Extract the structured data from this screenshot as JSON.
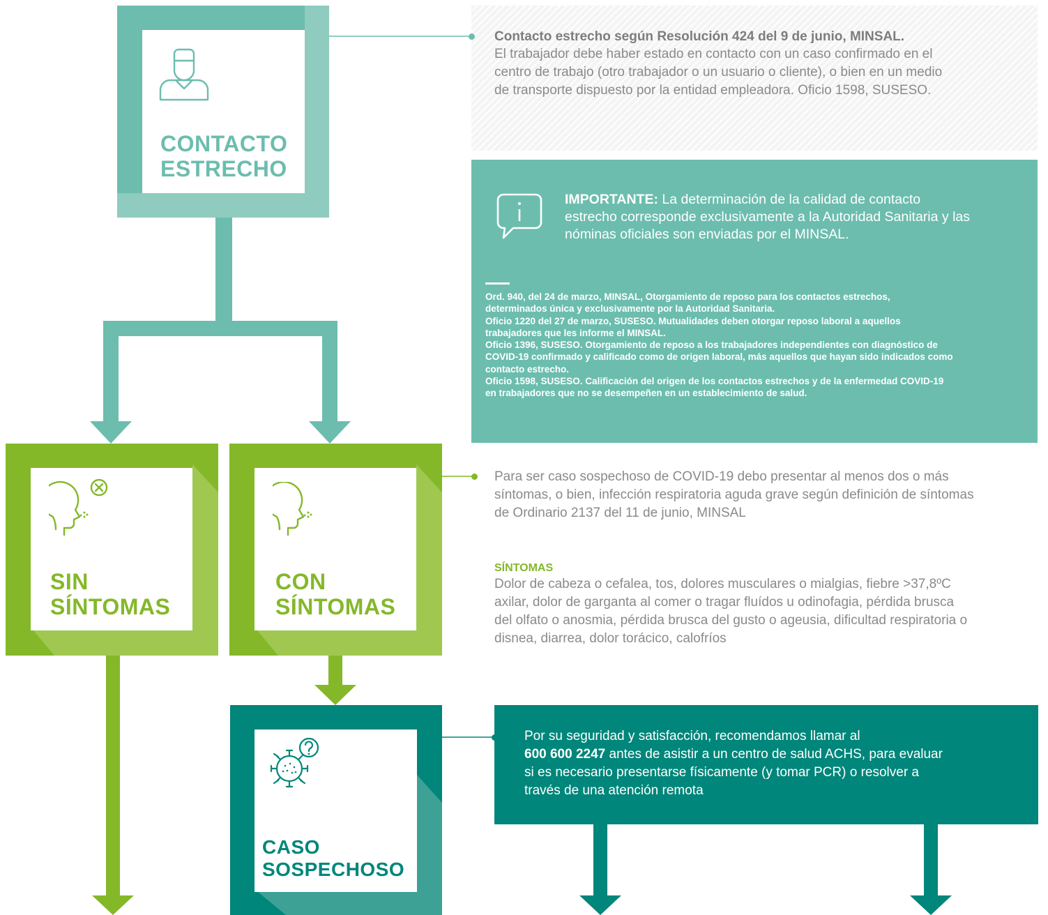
{
  "colors": {
    "teal": "#6cbdae",
    "teal_light": "#8fcbbf",
    "green": "#84b829",
    "green_light": "#a0c850",
    "dark_teal": "#00867a",
    "dark_teal_light": "#3ea196",
    "gray_text": "#8a8a8a"
  },
  "nodes": {
    "contacto": {
      "icon": "person-icon",
      "title_line1": "CONTACTO",
      "title_line2": "ESTRECHO"
    },
    "sin": {
      "icon": "head-no-symptoms-icon",
      "title_line1": "SIN",
      "title_line2": "SÍNTOMAS"
    },
    "con": {
      "icon": "head-symptoms-icon",
      "title_line1": "CON",
      "title_line2": "SÍNTOMAS"
    },
    "caso": {
      "icon": "virus-question-icon",
      "title_line1": "CASO",
      "title_line2": "SOSPECHOSO"
    }
  },
  "contacto_note": {
    "heading": "Contacto estrecho según Resolución 424 del 9 de junio, MINSAL.",
    "body_1": "El trabajador debe haber estado en contacto con un caso confirmado en el",
    "body_2": "centro de trabajo (otro trabajador o un usuario o cliente), o bien en un medio",
    "body_3": "de transporte dispuesto por la entidad empleadora. Oficio 1598, SUSESO."
  },
  "importante": {
    "icon": "info-bubble-icon",
    "label": "IMPORTANTE:",
    "line1": " La determinación de la calidad de contacto",
    "line2": "estrecho corresponde exclusivamente a la Autoridad Sanitaria y las",
    "line3": "nóminas oficiales son enviadas por el MINSAL.",
    "refs": [
      "Ord. 940, del 24 de marzo, MINSAL, Otorgamiento de reposo para los contactos estrechos,",
      "determinados única y exclusivamente por la Autoridad Sanitaria.",
      "Oficio 1220 del 27 de marzo, SUSESO. Mutualidades deben otorgar reposo laboral a aquellos",
      "trabajadores que les informe el MINSAL.",
      "Oficio 1396, SUSESO. Otorgamiento de reposo a los trabajadores independientes con diagnóstico de",
      "COVID-19 confirmado y calificado como de origen laboral, más aquellos que hayan sido indicados como",
      "contacto estrecho.",
      "Oficio 1598, SUSESO. Calificación del origen de los contactos estrechos y de la enfermedad COVID-19",
      "en trabajadores que no se desempeñen en un establecimiento de salud."
    ]
  },
  "sospechoso_note": {
    "line1": "Para ser caso sospechoso de COVID-19 debo presentar al menos dos o más",
    "line2": "síntomas, o bien, infección respiratoria aguda grave según definición de síntomas",
    "line3": "de Ordinario 2137 del 11 de junio, MINSAL"
  },
  "sintomas": {
    "heading": "SÍNTOMAS",
    "line1": "Dolor de cabeza o cefalea, tos, dolores musculares o mialgias, fiebre >37,8ºC",
    "line2": "axilar, dolor de garganta al comer o tragar fluídos u odinofagia, pérdida brusca",
    "line3": "del olfato o anosmia, pérdida brusca del gusto o ageusia, dificultad respiratoria o",
    "line4": "disnea, diarrea, dolor torácico, calofríos"
  },
  "llamar": {
    "line1": "Por su seguridad y satisfacción, recomendamos llamar al",
    "phone": "600 600 2247",
    "line2_rest": " antes de asistir a un centro de salud ACHS, para evaluar",
    "line3": "si es necesario presentarse físicamente (y tomar PCR) o resolver a",
    "line4": "través de una atención remota"
  }
}
